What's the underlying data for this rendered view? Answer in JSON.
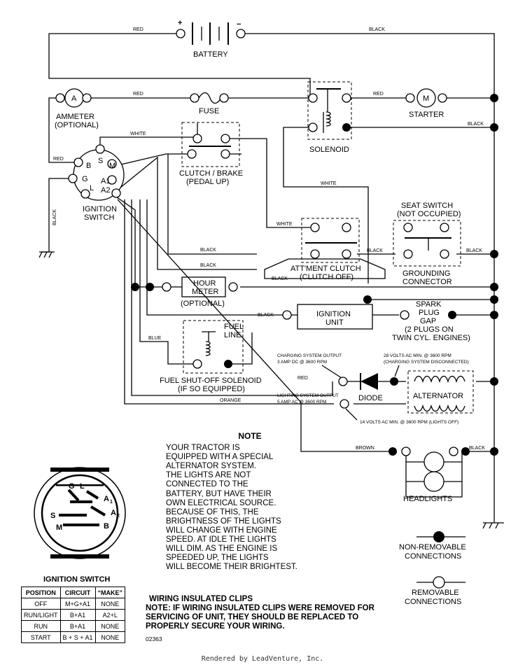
{
  "components": {
    "battery": "BATTERY",
    "battery_plus": "+",
    "battery_minus": "−",
    "ammeter": "AMMETER",
    "ammeter_optional": "(OPTIONAL)",
    "ammeter_symbol": "A",
    "fuse": "FUSE",
    "starter": "STARTER",
    "starter_symbol": "M",
    "solenoid": "SOLENOID",
    "clutch_brake": "CLUTCH / BRAKE",
    "clutch_brake_sub": "(PEDAL UP)",
    "ignition_switch": "IGNITION",
    "ignition_switch_2": "SWITCH",
    "seat_switch": "SEAT SWITCH",
    "seat_switch_sub": "(NOT OCCUPIED)",
    "grounding": "GROUNDING",
    "grounding_2": "CONNECTOR",
    "attachment_clutch": "ATT'MENT CLUTCH",
    "attachment_clutch_sub": "(CLUTCH OFF)",
    "hour_meter": "HOUR",
    "hour_meter_2": "METER",
    "hour_meter_optional": "(OPTIONAL)",
    "ignition_unit": "IGNITION",
    "ignition_unit_2": "UNIT",
    "spark_plug": "SPARK",
    "spark_plug_2": "PLUG",
    "spark_plug_3": "GAP",
    "spark_plug_4": "(2 PLUGS ON",
    "spark_plug_5": "TWIN CYL. ENGINES)",
    "fuel_line": "FUEL",
    "fuel_line_2": "LINE",
    "fuel_solenoid": "FUEL SHUT-OFF SOLENOID",
    "fuel_solenoid_sub": "(IF SO EQUIPPED)",
    "diode": "DIODE",
    "alternator": "ALTERNATOR",
    "headlights": "HEADLIGHTS",
    "non_removable": "NON-REMOVABLE",
    "non_removable_2": "CONNECTIONS",
    "removable": "REMOVABLE",
    "removable_2": "CONNECTIONS"
  },
  "terminals": {
    "b": "B",
    "s": "S",
    "m": "M",
    "g": "G",
    "l": "L",
    "a1": "A1",
    "a2": "A2"
  },
  "wires": {
    "red": "RED",
    "black": "BLACK",
    "white": "WHITE",
    "blue": "BLUE",
    "orange": "ORANGE",
    "brown": "BROWN"
  },
  "specs": {
    "charging_output": "CHARGING SYSTEM OUTPUT",
    "charging_output_2": "3 AMP DC @ 3600 RPM",
    "volts_28": "28 VOLTS AC MIN. @ 3600 RPM",
    "volts_28_2": "(CHARGING SYSTEM DISCONNECTED)",
    "lighting_output": "LIGHTING SYSTEM OUTPUT",
    "lighting_output_2": "5 AMP AC @ 3600 RPM",
    "volts_14": "14 VOLTS AC MIN. @ 3600 RPM (LIGHTS OFF)"
  },
  "note": {
    "title": "NOTE",
    "lines": [
      "YOUR TRACTOR IS",
      "EQUIPPED WITH A SPECIAL",
      "ALTERNATOR SYSTEM.",
      "THE LIGHTS ARE NOT",
      "CONNECTED TO THE",
      "BATTERY, BUT HAVE THEIR",
      "OWN ELECTRICAL SOURCE.",
      "BECAUSE OF THIS, THE",
      "BRIGHTNESS OF THE LIGHTS",
      "WILL CHANGE WITH ENGINE",
      "SPEED.  AT IDLE THE LIGHTS",
      "WILL DIM.  AS THE ENGINE IS",
      "SPEEDED UP, THE LIGHTS",
      "WILL BECOME THEIR BRIGHTEST."
    ]
  },
  "switch_face": {
    "g": "G",
    "l": "L",
    "a1": "A",
    "a1_sub": "1",
    "a2": "A",
    "a2_sub": "2",
    "s": "S",
    "m": "M",
    "b": "B"
  },
  "switch_table": {
    "title": "IGNITION SWITCH",
    "headers": [
      "POSITION",
      "CIRCUIT",
      "“MAKE”"
    ],
    "rows": [
      [
        "OFF",
        "M+G+A1",
        "NONE"
      ],
      [
        "RUN/LIGHT",
        "B+A1",
        "A2+L"
      ],
      [
        "RUN",
        "B+A1",
        "NONE"
      ],
      [
        "START",
        "B + S + A1",
        "NONE"
      ]
    ]
  },
  "clips": {
    "title": "WIRING INSULATED CLIPS",
    "line1": "NOTE: IF WIRING INSULATED CLIPS WERE REMOVED FOR",
    "line2": "SERVICING OF UNIT, THEY SHOULD BE REPLACED TO",
    "line3": "PROPERLY SECURE YOUR WIRING."
  },
  "code": "02363",
  "footer": "Rendered by LeadVenture, Inc."
}
